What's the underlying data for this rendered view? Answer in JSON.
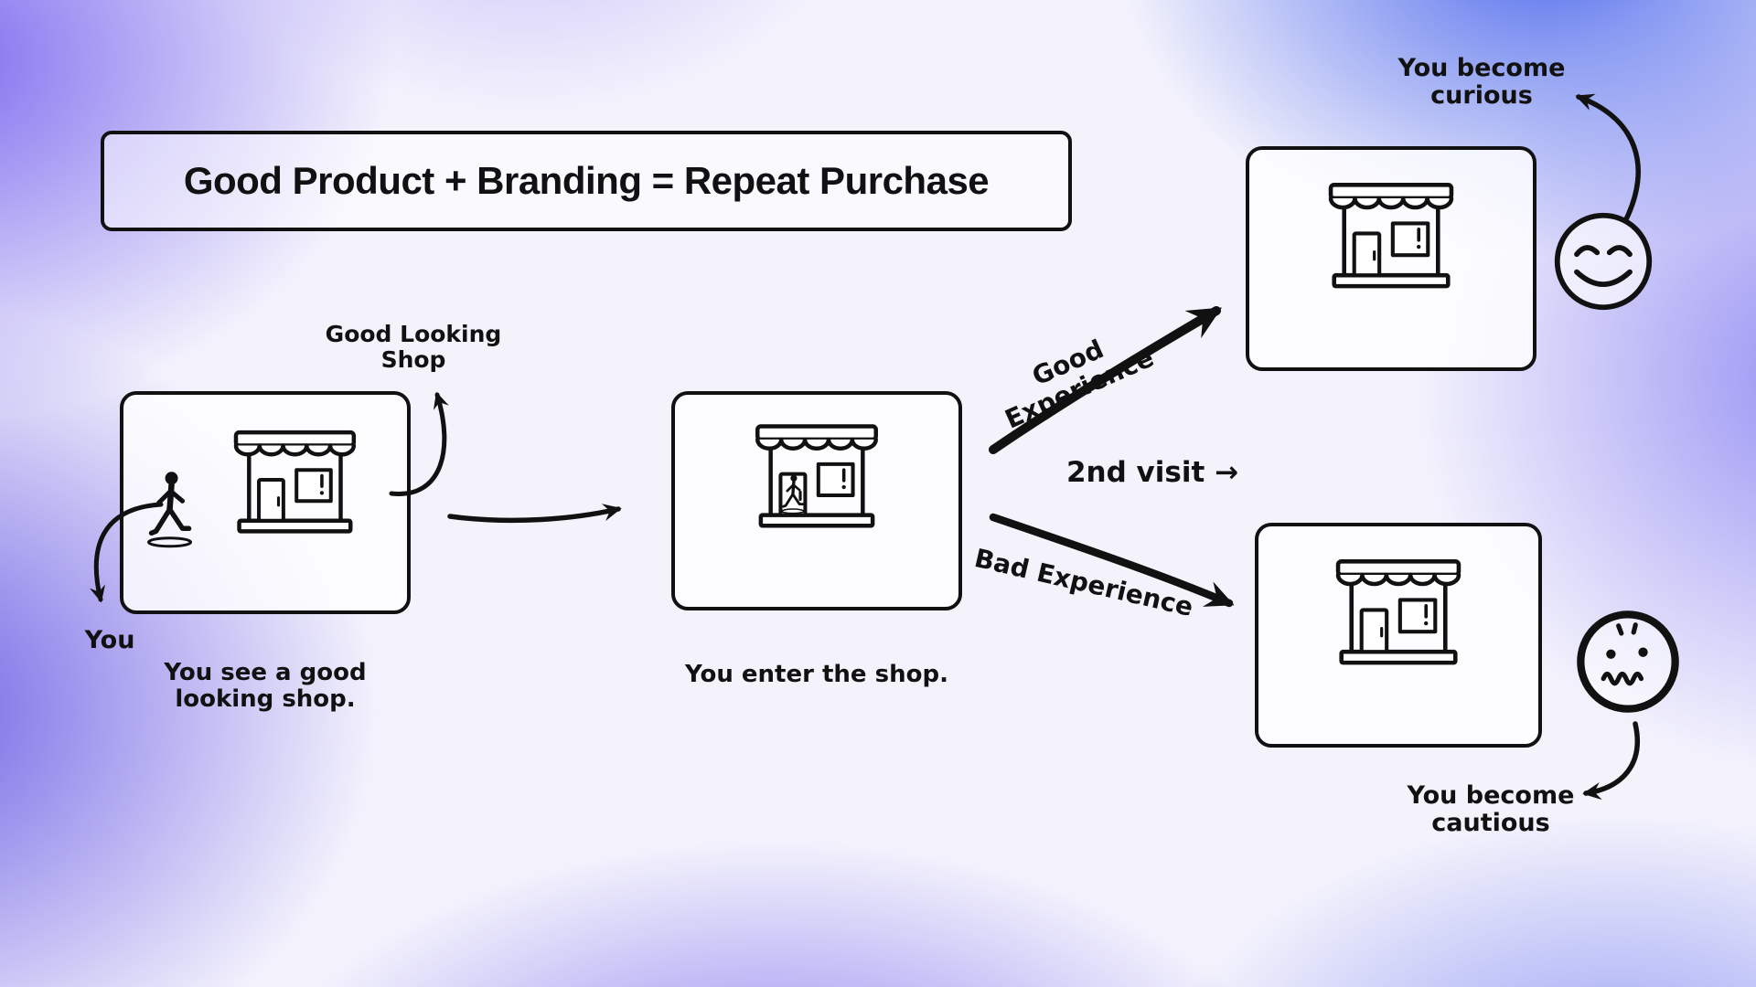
{
  "title": "Good Product + Branding = Repeat Purchase",
  "colors": {
    "ink": "#111111",
    "purple": "#7b6cee",
    "blue": "#4f68e9"
  },
  "left": {
    "shop_callout": "Good Looking\nShop",
    "you_callout": "You",
    "caption": "You see a good\nlooking shop."
  },
  "middle": {
    "caption": "You enter the shop."
  },
  "branches": {
    "good": "Good Experience",
    "bad": "Bad Experience",
    "second_visit": "2nd visit →"
  },
  "outcomes": {
    "curious": "You become\ncurious",
    "cautious": "You become\ncautious"
  }
}
